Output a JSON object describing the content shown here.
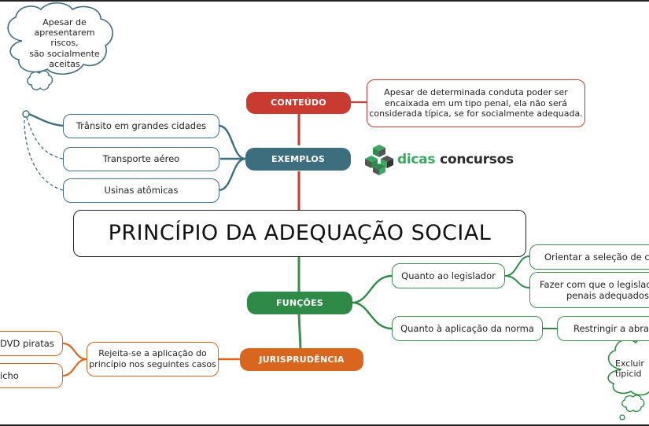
{
  "title": "PRINCÍPIO DA ADEQUAÇÃO SOCIAL",
  "branches": {
    "conteudo": {
      "label": "CONTEÚDO",
      "color": "#c93a30",
      "description_lines": [
        "Apesar de determinada conduta poder ser",
        "encaixada em um tipo penal, ela não será",
        "considerada típica, se for socialmente adequada."
      ]
    },
    "exemplos": {
      "label": "EXEMPLOS",
      "color": "#3d6e7d",
      "items": [
        "Trânsito em grandes cidades",
        "Transporte aéreo",
        "Usinas atômicas"
      ],
      "cloud_lines": [
        "Apesar de",
        "apresentarem riscos,",
        "são socialmente",
        "aceitas"
      ]
    },
    "funcoes": {
      "label": "FUNÇÕES",
      "color": "#2e8b47",
      "legislador": "Quanto ao legislador",
      "legislador_items": [
        "Orientar a seleção de cond",
        "Fazer com que o legislador",
        "penais adequados so"
      ],
      "aplicacao": "Quanto à aplicação da norma",
      "aplicacao_item": "Restringir a abran",
      "cloud_lines": [
        "Excluir",
        "tipicid"
      ]
    },
    "jurisprudencia": {
      "label": "JURISPRUDÊNCIA",
      "color": "#d8661c",
      "case_lines": [
        "Rejeita-se a aplicação do",
        "princípio nos seguintes casos"
      ],
      "items": [
        "DVD piratas",
        "icho"
      ]
    }
  },
  "logo": {
    "word1": "dicas",
    "word2": "concursos",
    "color1": "#3aa860",
    "color2": "#2b2b2b"
  }
}
